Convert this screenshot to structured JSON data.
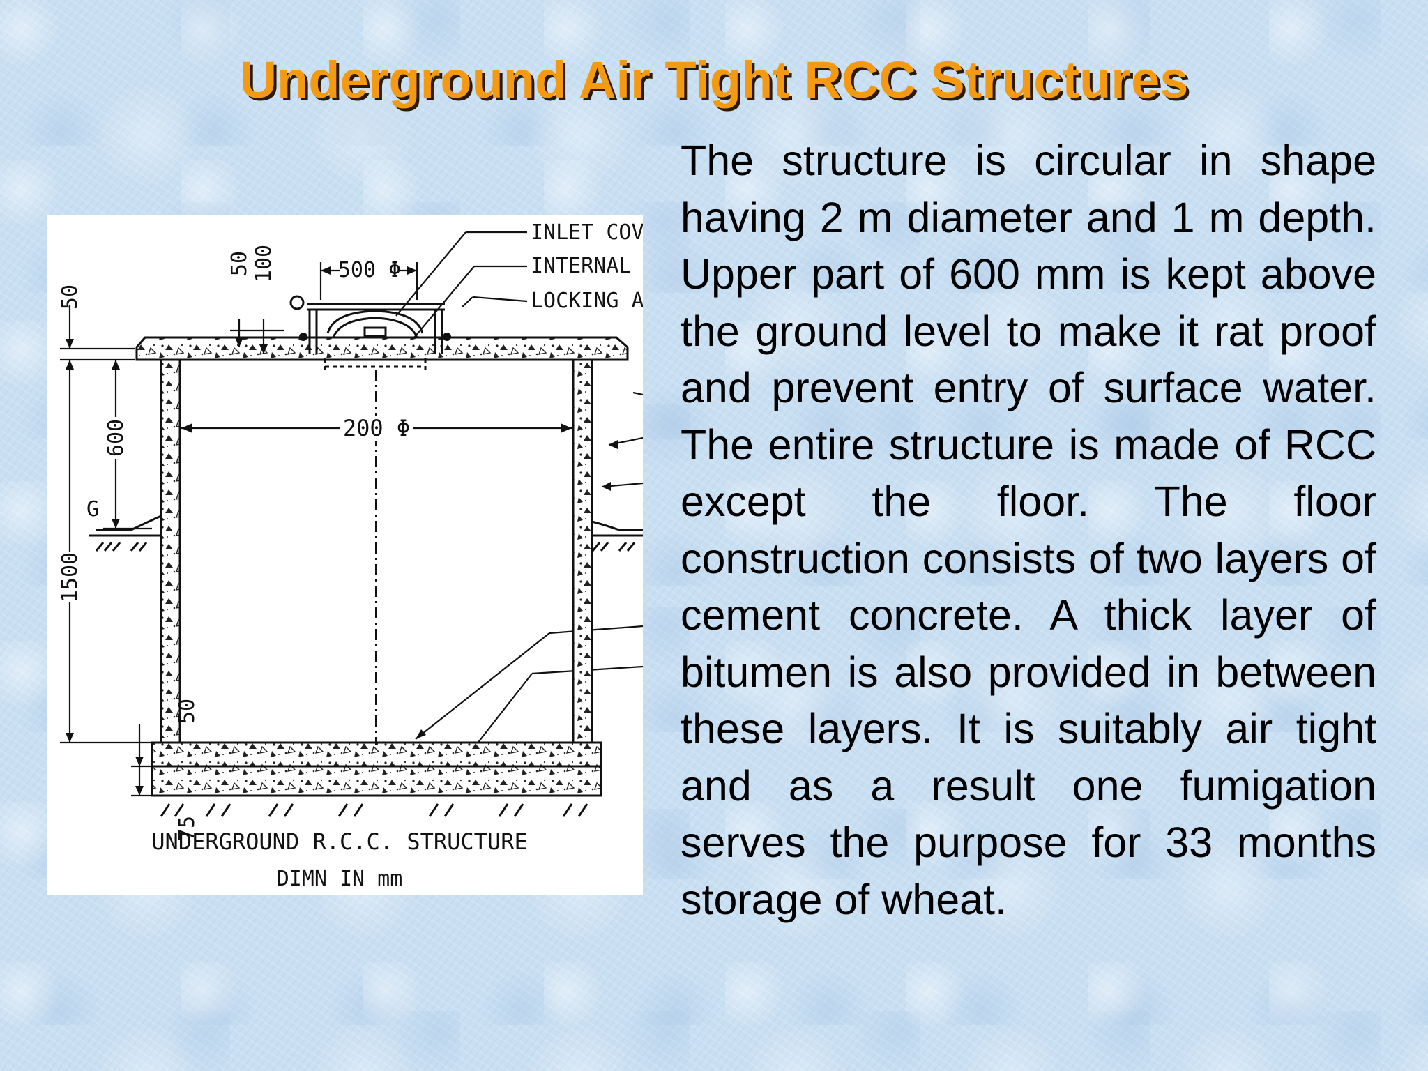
{
  "title": "Underground Air Tight RCC Structures",
  "paragraph": "The structure is circular in shape having 2 m diameter and 1 m depth. Upper part of 600 mm is kept above the ground level to make it rat proof and prevent entry of surface water. The entire structure is made of RCC except the floor. The floor construction consists of two layers of cement concrete. A thick layer of bitumen is also provided in between these layers. It is suitably air tight and as a result one fumigation serves the purpose for 33 months storage of wheat.",
  "diagram": {
    "callouts": [
      "INLET COVE",
      "INTERNAL S",
      "LOCKING AI"
    ],
    "dimensions": {
      "inlet": "500 Φ",
      "diameter": "200 Φ",
      "lid_top": "50",
      "lid_height": "100",
      "roof": "50",
      "above_ground": "600",
      "height": "1500",
      "floor_top": "50",
      "floor_base": "75"
    },
    "ground_mark": "G",
    "caption_line1": "UNDERGROUND  R.C.C. STRUCTURE",
    "caption_line2": "DIMN  IN  mm"
  }
}
